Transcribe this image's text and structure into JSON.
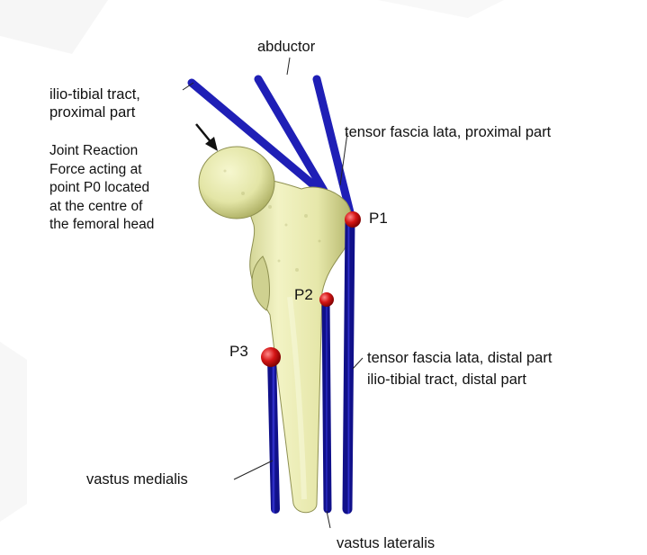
{
  "labels": {
    "abductor": "abductor",
    "ilio_tibial_proximal": [
      "ilio-tibial tract,",
      "proximal part"
    ],
    "tensor_proximal": "tensor fascia lata, proximal part",
    "joint_reaction": [
      "Joint Reaction",
      "Force acting at",
      "point P0 located",
      "at the centre of",
      "the femoral head"
    ],
    "tensor_distal": "tensor fascia lata, distal part",
    "ilio_tibial_distal": "ilio-tibial tract, distal part",
    "vastus_medialis": "vastus medialis",
    "vastus_lateralis": "vastus lateralis"
  },
  "points": [
    "P1",
    "P2",
    "P3"
  ],
  "colors": {
    "bone": "#ecedb2",
    "bone_shadow": "#b9bb6f",
    "muscle": "#1f1fb6",
    "muscle_highlight": "#5b5bf0",
    "point_marker": "#d11414",
    "text": "#111111",
    "leader": "#222222"
  }
}
